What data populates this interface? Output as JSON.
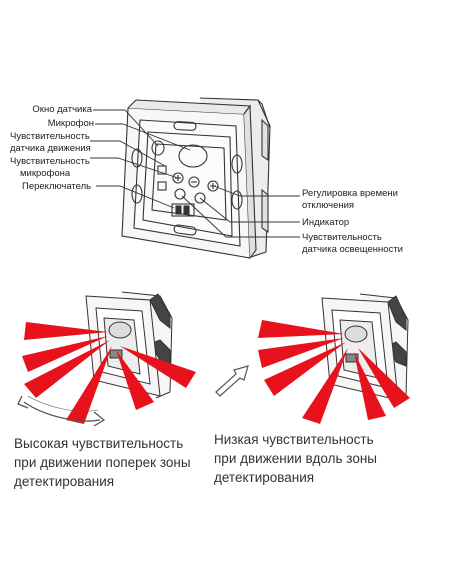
{
  "labels": {
    "sensor_window": "Окно датчика",
    "microphone": "Микрофон",
    "motion_sensitivity_1": "Чувствительность",
    "motion_sensitivity_2": "датчика движения",
    "mic_sensitivity_1": "Чувствительность",
    "mic_sensitivity_2": "микрофона",
    "switch": "Переключатель",
    "time_adjust_1": "Регулировка времени",
    "time_adjust_2": "отключения",
    "indicator": "Индикатор",
    "light_sensitivity_1": "Чувствительность",
    "light_sensitivity_2": "датчика освещенности"
  },
  "captions": {
    "left_1": "Высокая чувствительность",
    "left_2": "при движении поперек зоны",
    "left_3": "детектирования",
    "right_1": "Низкая чувствительность",
    "right_2": "при движении вдоль зоны",
    "right_3": "детектирования"
  },
  "colors": {
    "ray": "#e8121c",
    "line": "#333333",
    "device_fill": "#f4f4f4"
  }
}
